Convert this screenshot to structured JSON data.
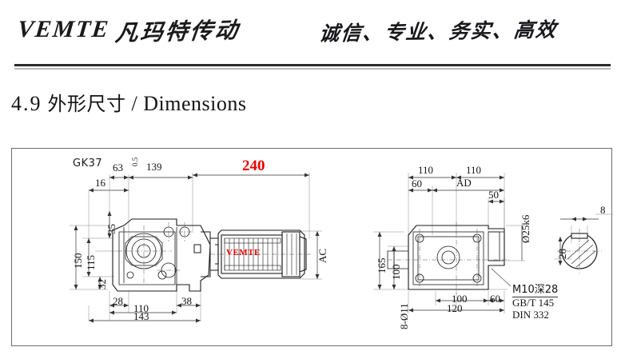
{
  "header": {
    "logo_latin": "VEMTE",
    "logo_chinese": "凡玛特传动",
    "slogan": "诚信、专业、务实、高效"
  },
  "section": {
    "number": "4.9",
    "title_cn": "外形尺寸",
    "separator": "/",
    "title_en": "Dimensions"
  },
  "drawing": {
    "model_label": "GK37",
    "views": {
      "front": {
        "top_dims": [
          "63",
          "0.5",
          "139",
          "240"
        ],
        "left_dims": [
          "16",
          "35",
          "150",
          "115",
          "32"
        ],
        "bottom_dims": [
          "28",
          "38",
          "110",
          "143"
        ],
        "right_dims": [
          "AC"
        ],
        "motor_brand": "VEMTE",
        "highlight_color": "#ee0000"
      },
      "side": {
        "top_dims": [
          "110",
          "110",
          "60",
          "AD",
          "50"
        ],
        "left_dims": [
          "165",
          "100"
        ],
        "hole_callout": "8-Ø11",
        "bottom_dims": [
          "100",
          "120",
          "60"
        ],
        "shaft_dim": "Ø25k6",
        "notes": [
          "M10深28",
          "GB/T 145",
          "DIN 332"
        ]
      },
      "detail": {
        "dims": [
          "8",
          "28"
        ]
      }
    }
  }
}
